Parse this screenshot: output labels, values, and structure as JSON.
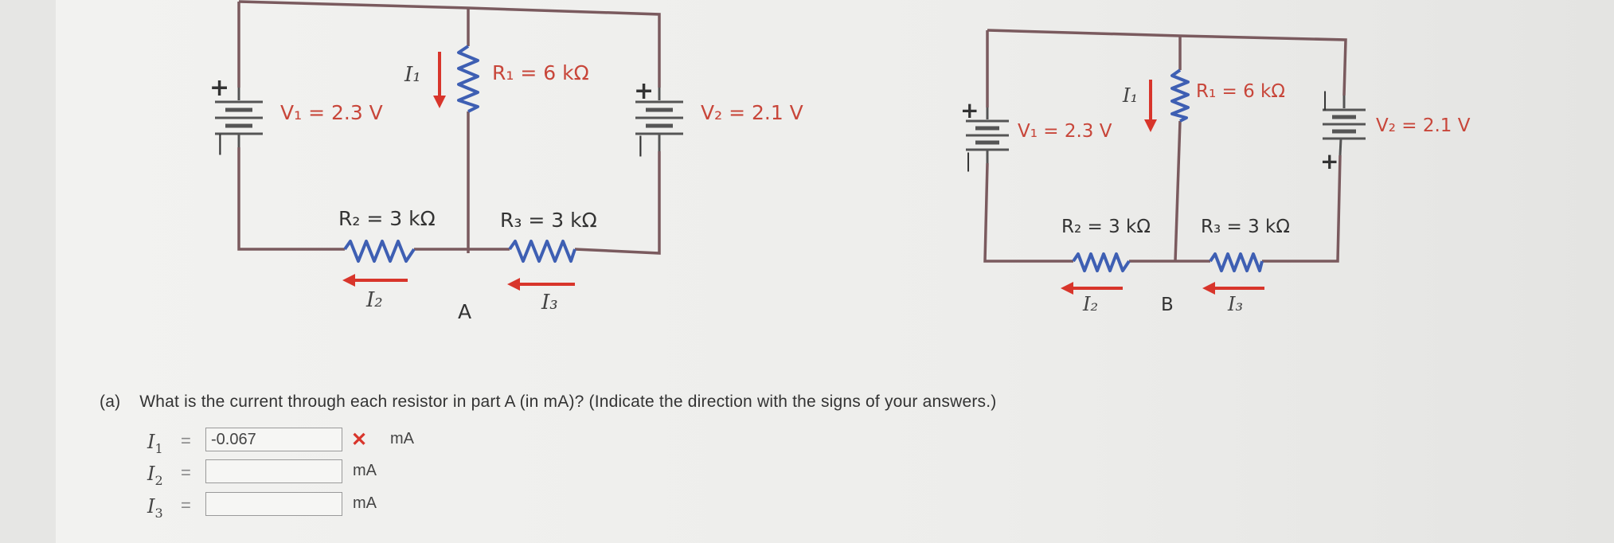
{
  "circuit_a": {
    "v1": "V₁ = 2.3 V",
    "v2": "V₂ = 2.1 V",
    "r1": "R₁ = 6 kΩ",
    "r2": "R₂ = 3 kΩ",
    "r3": "R₃ = 3 kΩ",
    "i1": "I₁",
    "i2": "I₂",
    "i3": "I₃",
    "label": "A"
  },
  "circuit_b": {
    "v1": "V₁ = 2.3 V",
    "v2": "V₂ = 2.1 V",
    "r1": "R₁ = 6 kΩ",
    "r2": "R₂ = 3 kΩ",
    "r3": "R₃ = 3 kΩ",
    "i1": "I₁",
    "i2": "I₂",
    "i3": "I₃",
    "label": "B"
  },
  "battery_plus": "+",
  "question": {
    "part": "(a)",
    "text": "What is the current through each resistor in part A (in mA)? (Indicate the direction with the signs of your answers.)"
  },
  "answers": [
    {
      "var": "I",
      "sub": "1",
      "eq": "=",
      "value": "-0.067",
      "status": "incorrect",
      "mark": "✕",
      "unit": "mA"
    },
    {
      "var": "I",
      "sub": "2",
      "eq": "=",
      "value": "",
      "status": "",
      "mark": "",
      "unit": "mA"
    },
    {
      "var": "I",
      "sub": "3",
      "eq": "=",
      "value": "",
      "status": "",
      "mark": "",
      "unit": "mA"
    }
  ]
}
